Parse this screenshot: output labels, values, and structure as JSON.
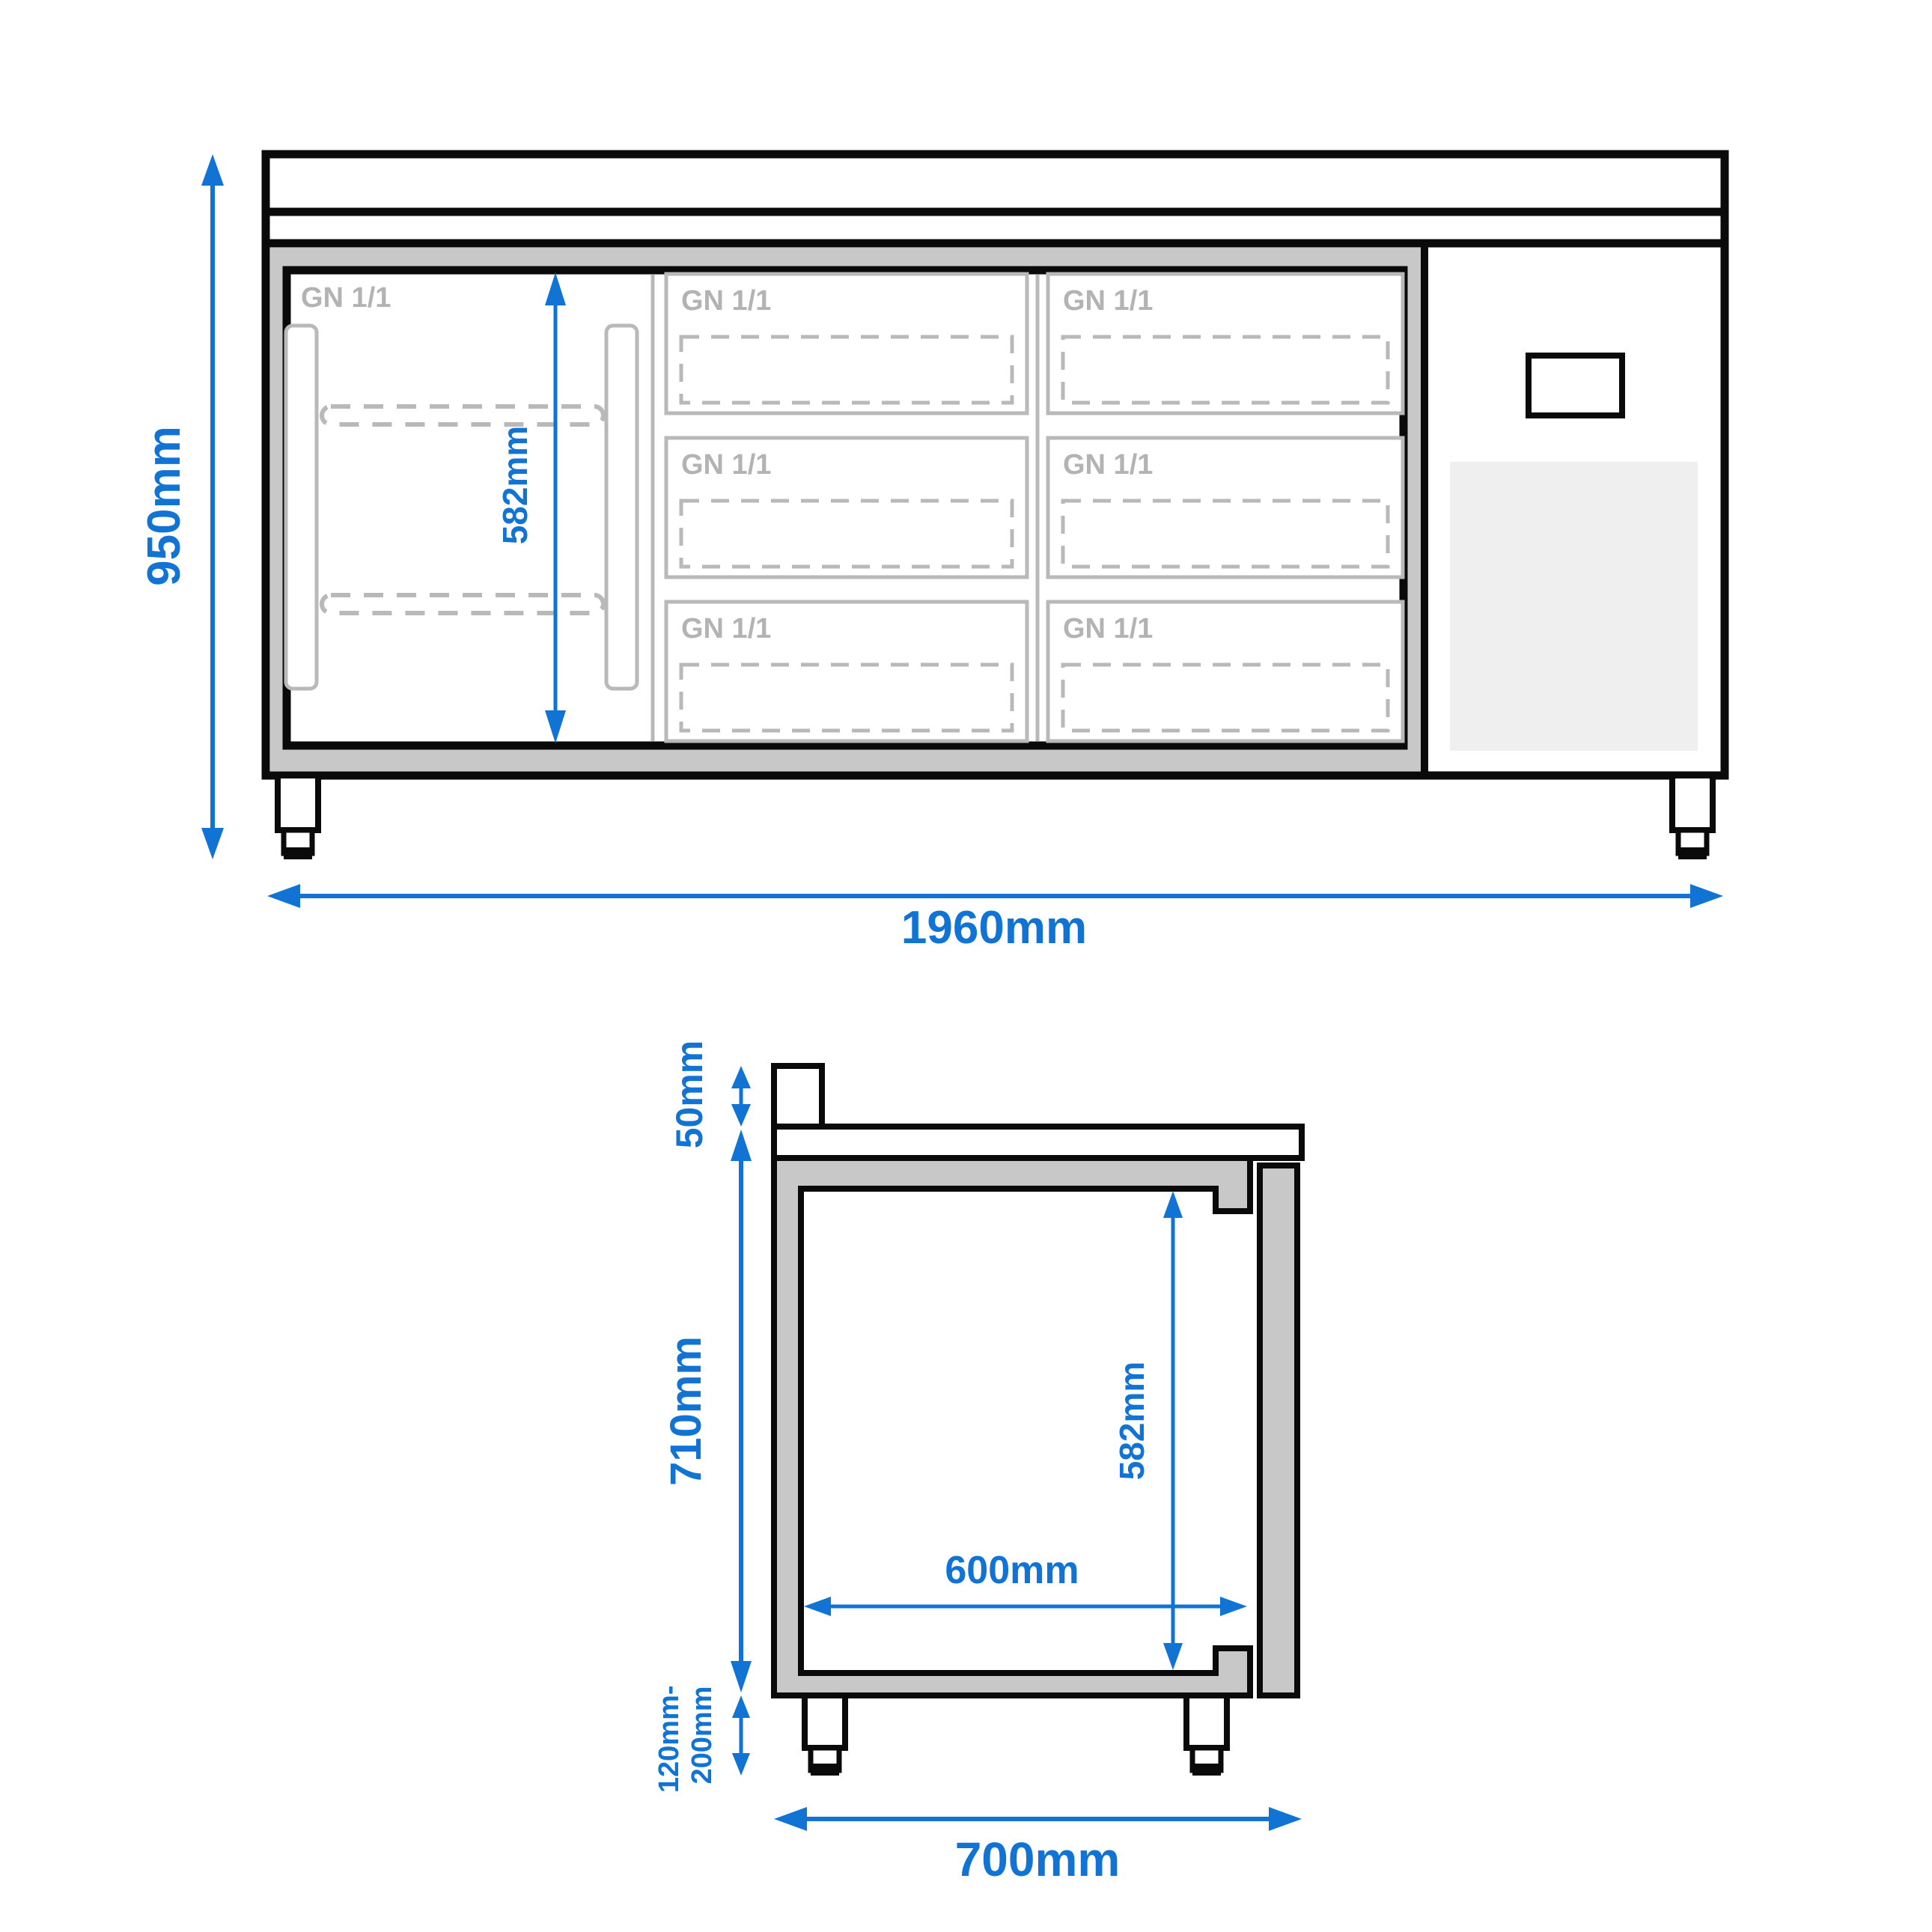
{
  "drawing": {
    "title": "refrigerated-counter-dimension-drawing",
    "colors": {
      "accent_blue": "#1173d4",
      "wall_gray": "#c8c8c8",
      "vent_panel_gray": "#efefef",
      "detail_gray": "#b9b9b9",
      "gn_label_gray": "#b3b3b3",
      "outline_black": "#0a0a0a",
      "background": "#ffffff"
    },
    "front_view": {
      "gn_label": "GN 1/1",
      "dim_overall_height": "950mm",
      "dim_overall_width": "1960mm",
      "dim_interior_height": "582mm"
    },
    "side_view": {
      "dim_backsplash_height": "50mm",
      "dim_body_height": "710mm",
      "dim_foot_height_line1": "120mm-",
      "dim_foot_height_line2": "200mm",
      "dim_interior_width": "600mm",
      "dim_interior_height": "582mm",
      "dim_overall_depth": "700mm"
    }
  }
}
